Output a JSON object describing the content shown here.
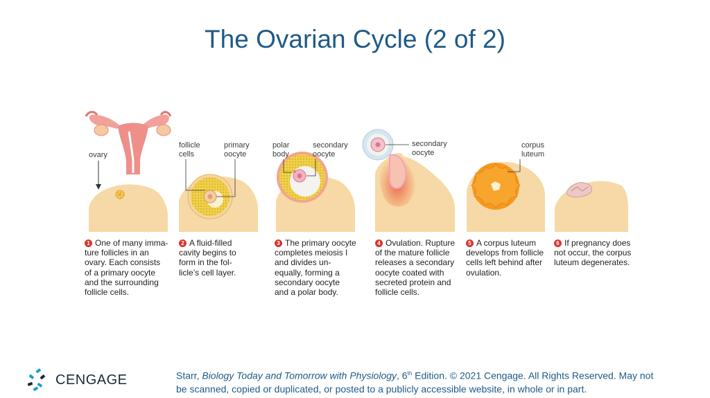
{
  "slide": {
    "title": "The Ovarian Cycle (2 of 2)"
  },
  "figure": {
    "panels": [
      {
        "number": "1",
        "labels": [
          "ovary"
        ],
        "caption": [
          "One of many imma-",
          "ture follicles in an",
          "ovary. Each consists",
          "of a primary oocyte",
          "and the surrounding",
          "follicle cells."
        ]
      },
      {
        "number": "2",
        "labels": [
          "follicle",
          "cells",
          "primary",
          "oocyte"
        ],
        "caption": [
          "A fluid-filled",
          "cavity begins to",
          "form in the fol-",
          "licle’s cell layer."
        ]
      },
      {
        "number": "3",
        "labels": [
          "polar",
          "body",
          "secondary",
          "oocyte"
        ],
        "caption": [
          "The primary oocyte",
          "completes meiosis I",
          "and divides un-",
          "equally, forming a",
          "secondary oocyte",
          "and a polar body."
        ]
      },
      {
        "number": "4",
        "labels": [
          "secondary",
          "oocyte"
        ],
        "caption": [
          "Ovulation. Rupture",
          "of the mature follicle",
          "releases a secondary",
          "oocyte coated with",
          "secreted protein and",
          "follicle cells."
        ]
      },
      {
        "number": "5",
        "labels": [
          "corpus",
          "luteum"
        ],
        "caption": [
          "A corpus luteum",
          "develops from follicle",
          "cells left behind after",
          "ovulation."
        ]
      },
      {
        "number": "6",
        "labels": [],
        "caption": [
          "If pregnancy does",
          "not occur, the corpus",
          "luteum degenerates."
        ]
      }
    ]
  },
  "footer": {
    "brand": "CENGAGE",
    "citation": {
      "author": "Starr, ",
      "book": "Biology Today and Tomorrow with Physiology",
      "edition_num": ", 6",
      "edition_sup": "th",
      "rest_line1": " Edition. © 2021 Cengage. All Rights Reserved. May not",
      "line2": "be scanned, copied or duplicated, or posted to a publicly accessible website, in whole or in part."
    }
  },
  "colors": {
    "title": "#1f5a87",
    "ovary_tissue": "#f6d9a6",
    "follicle_yellow": "#f2d14a",
    "corpus_orange": "#f59a1e",
    "badge_red": "#d9342b",
    "logo_teal": "#17a2c4"
  },
  "icons": [
    "cengage-logo-icon"
  ]
}
